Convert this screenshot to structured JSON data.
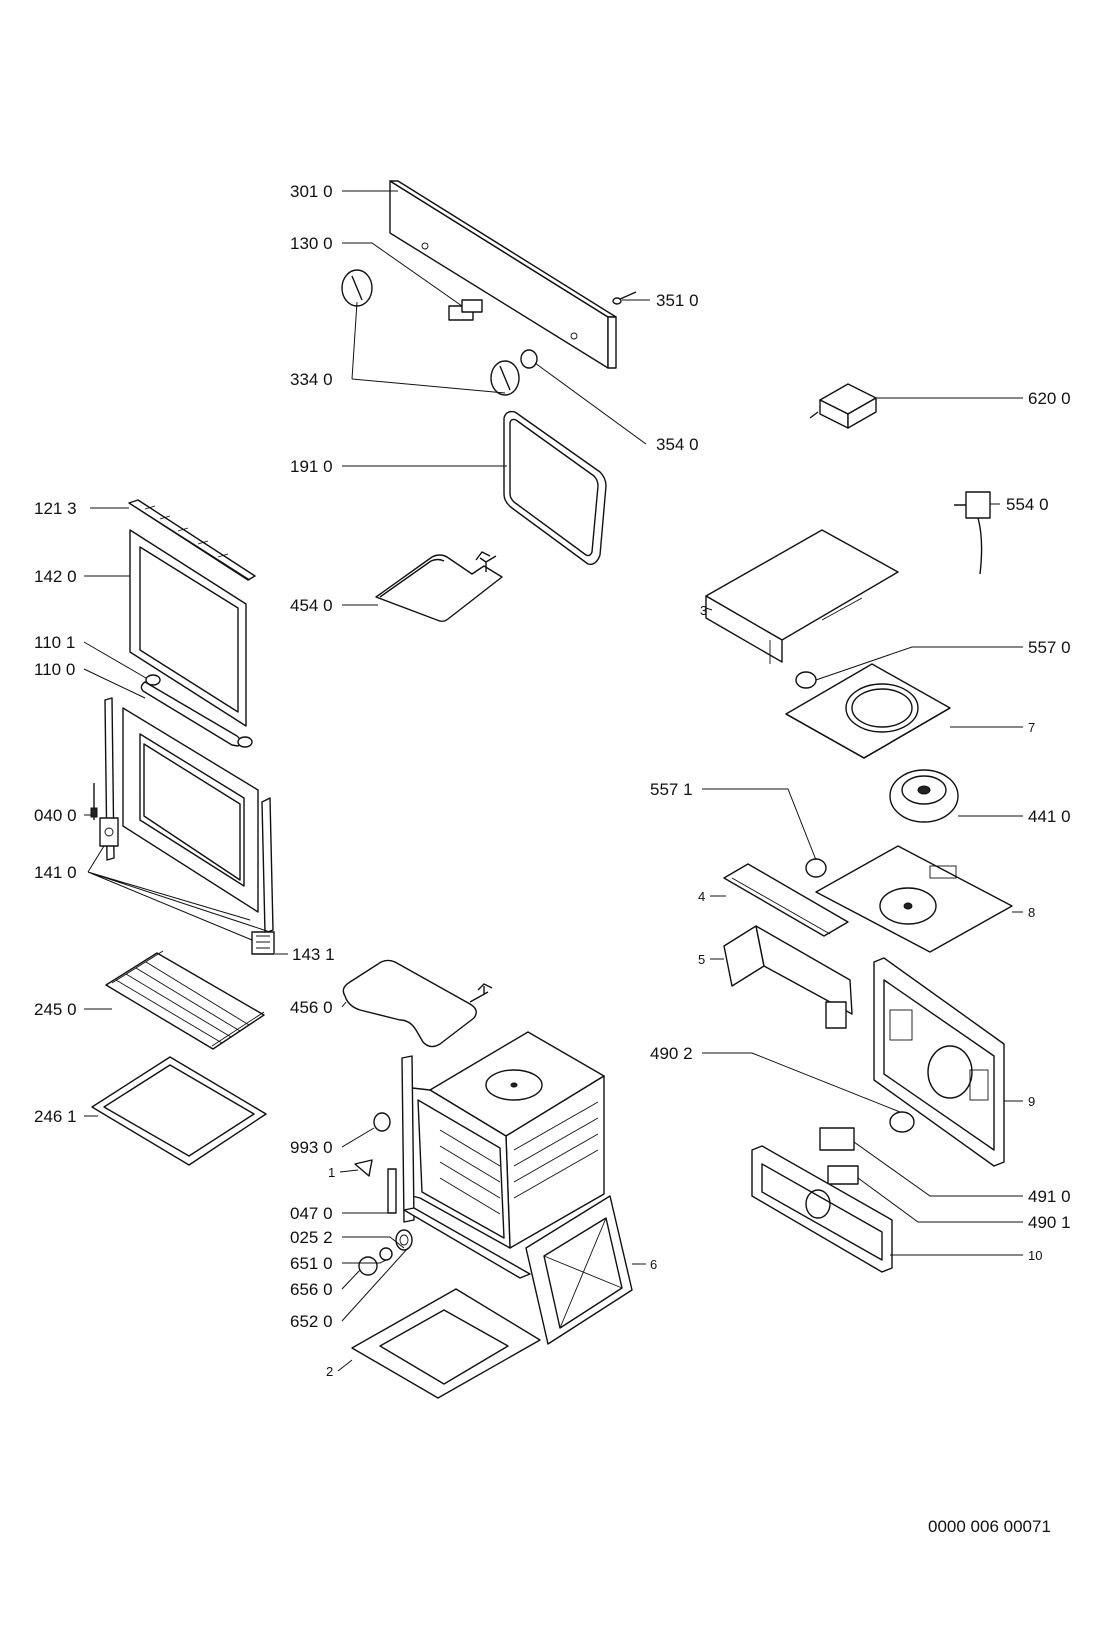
{
  "labels": {
    "l3010": "301 0",
    "l1300": "130 0",
    "l3510": "351 0",
    "l3340": "334 0",
    "l3540": "354 0",
    "l6200": "620 0",
    "l1910": "191 0",
    "l1213": "121 3",
    "l5540": "554 0",
    "l1420": "142 0",
    "l4540": "454 0",
    "l3": "3",
    "l1101": "110 1",
    "l5570": "557 0",
    "l1100": "110 0",
    "l7": "7",
    "l5571": "557 1",
    "l0400": "040 0",
    "l4410": "441 0",
    "l1410": "141 0",
    "l4": "4",
    "l8": "8",
    "l1431": "143 1",
    "l5": "5",
    "l2450": "245 0",
    "l4560": "456 0",
    "l4902": "490 2",
    "l9": "9",
    "l2461": "246 1",
    "l9930": "993 0",
    "l1": "1",
    "l0470": "047 0",
    "l4910": "491 0",
    "l0252": "025 2",
    "l4901": "490 1",
    "l6510": "651 0",
    "l6": "6",
    "l10": "10",
    "l6560": "656 0",
    "l6520": "652 0",
    "l2": "2"
  },
  "footer_code": "0000 006 00071"
}
